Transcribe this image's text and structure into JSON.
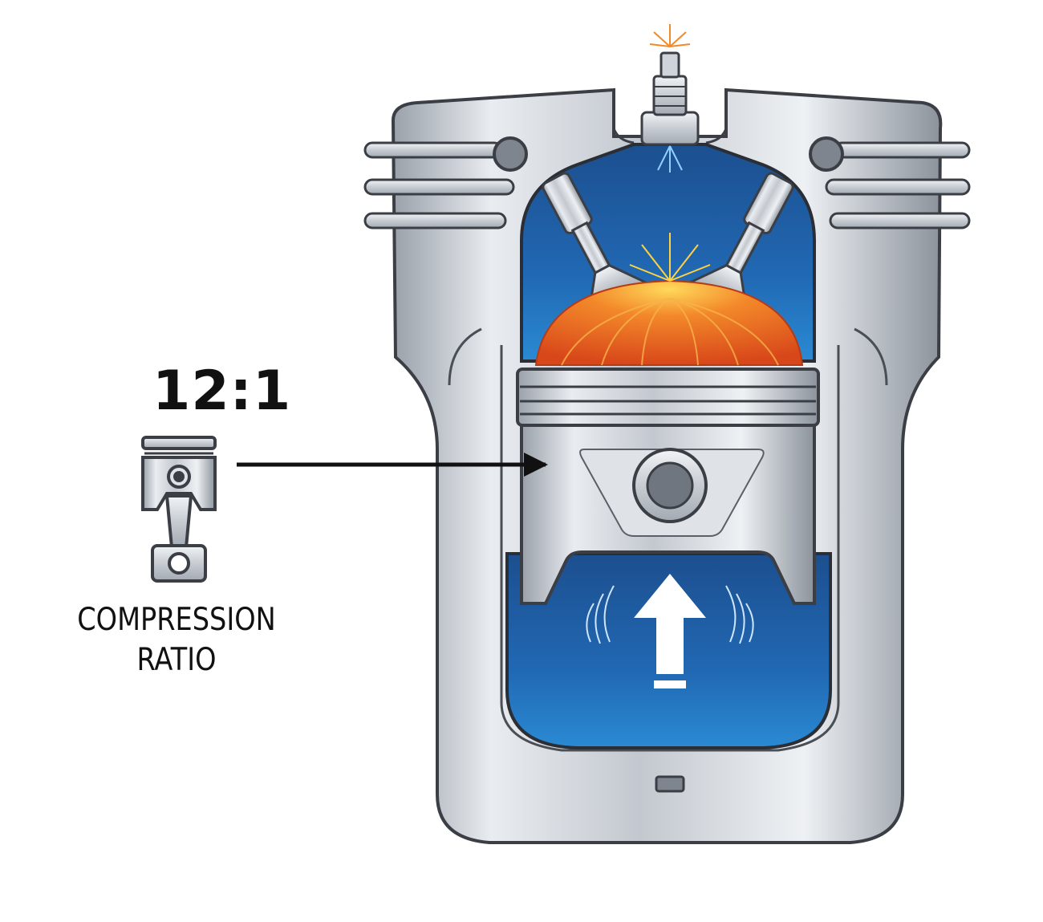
{
  "ratio": "12:1",
  "caption": {
    "line1": "COMPRESSION",
    "line2": "RATIO"
  },
  "colors": {
    "metal_light": "#e3e6eb",
    "metal_mid": "#b9bfc7",
    "metal_dark": "#7e858e",
    "outline": "#3b3f45",
    "chamber_blue": "#1f5fa6",
    "chamber_blue_light": "#2e86cf",
    "flame_orange": "#e8561c",
    "flame_yellow": "#f7c23a"
  },
  "icons": [
    "piston-icon",
    "arrow-icon",
    "spark-plug-icon",
    "up-arrow-icon",
    "valve-icon"
  ]
}
